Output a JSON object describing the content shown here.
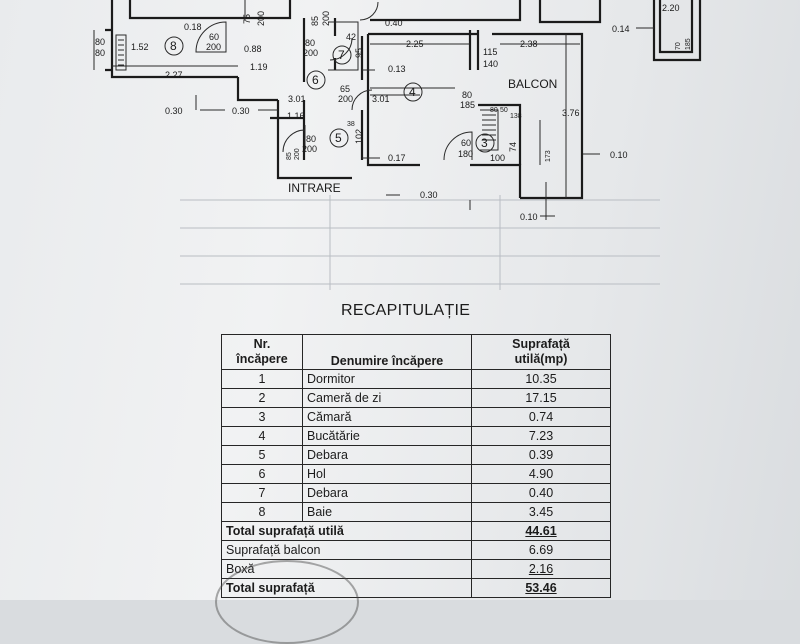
{
  "plan": {
    "dims": {
      "d040": "0.40",
      "d018": "0.18",
      "d075": "75",
      "d200a": "200",
      "d085": "85",
      "d200b": "200",
      "d080": "80",
      "d080b": "80",
      "d152": "1.52",
      "d060": "60",
      "d200c": "200",
      "d088": "0.88",
      "d119": "1.19",
      "d227": "2.27",
      "d030a": "0.30",
      "d080c": "80",
      "d200d": "200",
      "d042": "42",
      "d095": "95",
      "d225": "2.25",
      "d013": "0.13",
      "d115": "115",
      "d140": "140",
      "d238": "2.38",
      "d301a": "3.01",
      "d065": "65",
      "d200e": "200",
      "d301b": "3.01",
      "d080d": "80",
      "d185": "185",
      "d080e": "80",
      "d050": "50",
      "d138": "138",
      "d376": "3.76",
      "d030b": "0.30",
      "d116": "1.16",
      "d038": "38",
      "d102": "102",
      "d080f": "80",
      "d200f": "200",
      "d085b": "85",
      "d200g": "200",
      "d017": "0.17",
      "d060b": "60",
      "d180": "180",
      "d100": "100",
      "d074": "74",
      "d173": "173",
      "d010a": "0.10",
      "d030c": "0.30",
      "d010b": "0.10",
      "d014": "0.14",
      "d220": "2.20",
      "d070": "70",
      "d185b": "185"
    },
    "rooms": {
      "r8": "8",
      "r7": "7",
      "r6": "6",
      "r5": "5",
      "r4": "4",
      "r3": "3"
    },
    "labels": {
      "balcon": "BALCON",
      "intrare": "INTRARE"
    }
  },
  "recap": {
    "title": "RECAPITULAȚIE",
    "headers": {
      "no_line1": "Nr.",
      "no_line2": "încăpere",
      "name": "Denumire încăpere",
      "area_line1": "Suprafață",
      "area_line2": "utilă(mp)"
    },
    "rooms": [
      {
        "no": "1",
        "name": "Dormitor",
        "area": "10.35"
      },
      {
        "no": "2",
        "name": "Cameră de zi",
        "area": "17.15"
      },
      {
        "no": "3",
        "name": "Cămară",
        "area": "0.74"
      },
      {
        "no": "4",
        "name": "Bucătărie",
        "area": "7.23"
      },
      {
        "no": "5",
        "name": "Debara",
        "area": "0.39"
      },
      {
        "no": "6",
        "name": "Hol",
        "area": "4.90"
      },
      {
        "no": "7",
        "name": "Debara",
        "area": "0.40"
      },
      {
        "no": "8",
        "name": "Baie",
        "area": "3.45"
      }
    ],
    "total_useful": {
      "label": "Total suprafață utilă",
      "value": "44.61"
    },
    "balcony": {
      "label": "Suprafață balcon",
      "value": "6.69"
    },
    "box": {
      "label": "Boxă",
      "value": "2.16"
    },
    "total": {
      "label": "Total suprafață",
      "value": "53.46"
    }
  }
}
